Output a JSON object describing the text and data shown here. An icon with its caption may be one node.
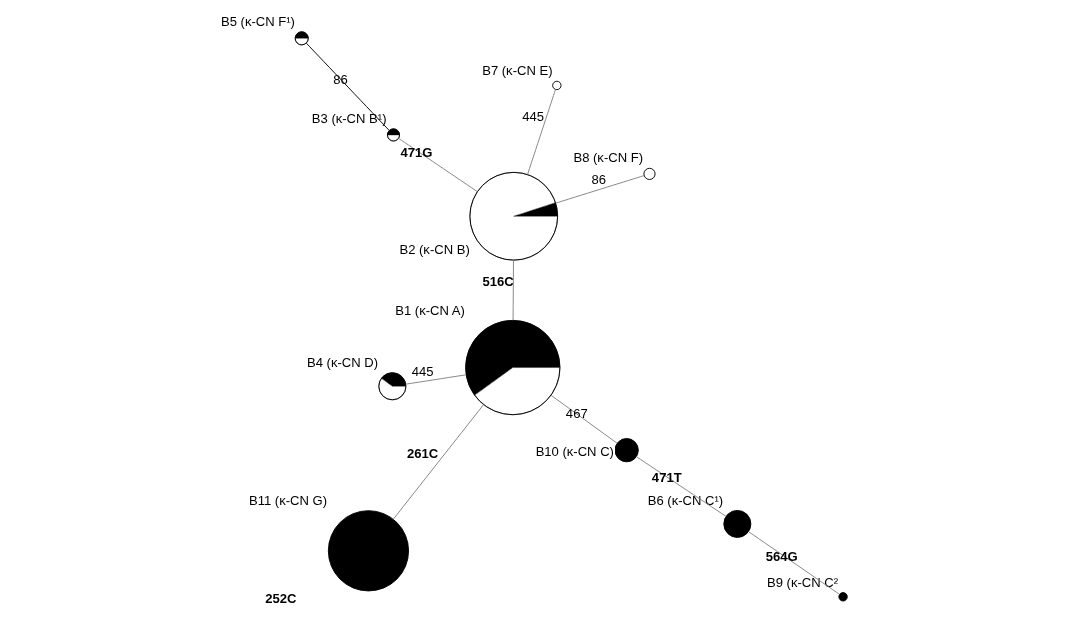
{
  "diagram": {
    "nodes": [
      {
        "text": [
          "B3 (κ-CN B¹)"
        ]
      },
      {
        "text": [
          "B8 (κ-CN F)"
        ]
      },
      {
        "text": [
          "B5 (κ-CN F¹)"
        ]
      },
      {
        "text": [
          "B2 (κ-CN B)"
        ]
      },
      {
        "text": [
          "B7 (κ-CN E)"
        ]
      },
      {
        "text": [
          "B4 (κ-CN D)"
        ]
      },
      {
        "text": [
          "B1 (κ-CN A)"
        ]
      },
      {
        "text": [
          "B10 (κ-CN C)"
        ]
      },
      {
        "text": [
          "B6 (κ-CN C¹)"
        ]
      },
      {
        "text": [
          "B11 (κ-CN G)"
        ]
      },
      {
        "text": [
          "B9 (κ-CN C²"
        ]
      }
    ],
    "edges": [
      {
        "from": 0,
        "to": 2,
        "arrow": "none",
        "label": "86",
        "color": "#000000"
      },
      {
        "from": 0,
        "to": 3,
        "arrow": "none",
        "label": "471G"
      },
      {
        "from": 3,
        "to": 1,
        "arrow": "none",
        "label": "86"
      },
      {
        "from": 3,
        "to": 4,
        "arrow": "none",
        "label": "445"
      },
      {
        "from": 3,
        "to": 6,
        "arrow": "none",
        "label": "516C"
      },
      {
        "from": 6,
        "to": 5,
        "arrow": "none",
        "label": "445"
      },
      {
        "from": 6,
        "to": 9,
        "arrow": "none",
        "label": "261C"
      },
      {
        "from": 6,
        "to": 7,
        "arrow": "none",
        "label": "467"
      },
      {
        "from": 7,
        "to": 8,
        "arrow": "none",
        "label": "471T"
      },
      {
        "from": 8,
        "to": 10,
        "arrow": "none",
        "label": "564G"
      }
    ],
    "labels": [
      "252C"
    ]
  }
}
